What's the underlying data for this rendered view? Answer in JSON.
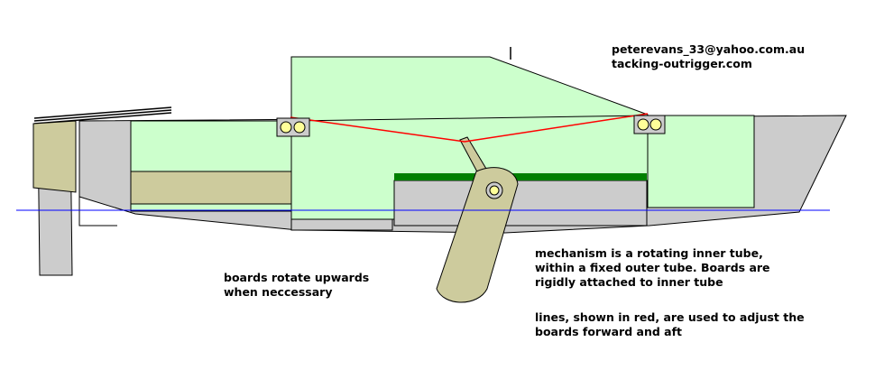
{
  "contact": {
    "email": "peterevans_33@yahoo.com.au",
    "website": "tacking-outrigger.com"
  },
  "annotations": {
    "rotate": [
      "boards rotate upwards",
      "when neccessary"
    ],
    "mechanism": [
      "mechanism is a rotating inner tube,",
      "within a fixed outer tube. Boards are",
      "rigidly attached to inner tube"
    ],
    "lines": [
      "lines, shown in red, are used to adjust the",
      "boards forward and aft"
    ]
  },
  "colors": {
    "cabin_green": "#ccffcc",
    "hull_grey": "#cccccc",
    "board_tan": "#cdcb9d",
    "adjust_lines_red": "#ff0000",
    "waterline_blue": "#0000ff",
    "deck_green": "#008000",
    "tube_yellow": "#ffff99"
  }
}
